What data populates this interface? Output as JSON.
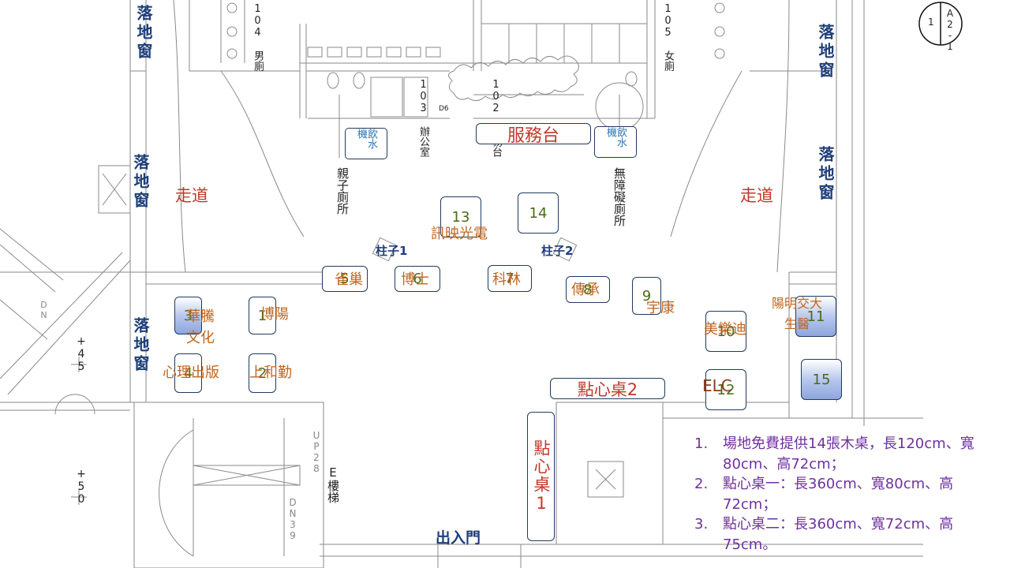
{
  "room_labels": {
    "men_restroom": "104 男廁",
    "women_restroom": "105 女廁",
    "office": "103 辦公室",
    "service_room": "102 服務台",
    "family_restroom": "親子廁所",
    "accessible_restroom": "無障礙廁所",
    "stair": "E樓梯",
    "door_d6": "D6",
    "sheet_ref": "A2-1",
    "sheet_no": "1"
  },
  "windows": {
    "top_left": "落地窗",
    "mid_left": "落地窗",
    "low_left": "落地窗",
    "top_right": "落地窗",
    "mid_right": "落地窗"
  },
  "walkways": {
    "left": "走道",
    "right": "走道"
  },
  "service_desk": "服務台",
  "drinking_fountains": {
    "left": "飲水機",
    "right": "飲水機"
  },
  "pillars": {
    "p1": "柱子1",
    "p2": "柱子2"
  },
  "entrance": "出入門",
  "stair_marks": {
    "up": "UP28",
    "down": "DN39",
    "dn_left": "DN",
    "level_a": "+45",
    "level_b": "+50"
  },
  "booths": [
    {
      "id": "1",
      "vendor": "博陽"
    },
    {
      "id": "2",
      "vendor": "上和勤"
    },
    {
      "id": "3",
      "vendor": "華騰\n文化"
    },
    {
      "id": "4",
      "vendor": "心理出版"
    },
    {
      "id": "5",
      "vendor": "雀巢"
    },
    {
      "id": "6",
      "vendor": "博士"
    },
    {
      "id": "7",
      "vendor": "科林"
    },
    {
      "id": "8",
      "vendor": "傳承"
    },
    {
      "id": "9",
      "vendor": "宇康"
    },
    {
      "id": "10",
      "vendor": "美樂迪"
    },
    {
      "id": "11",
      "vendor": "陽明交大\n生醫"
    },
    {
      "id": "12",
      "vendor": "ELC"
    },
    {
      "id": "13",
      "vendor": "訊映光電"
    },
    {
      "id": "14",
      "vendor": ""
    },
    {
      "id": "15",
      "vendor": ""
    }
  ],
  "snack_tables": {
    "table1": "點心桌1",
    "table2": "點心桌2"
  },
  "notes": [
    {
      "num": "1.",
      "text": "場地免費提供14張木桌，長120cm、寬80cm、高72cm；"
    },
    {
      "num": "2.",
      "text": "點心桌一：長360cm、寬80cm、高72cm；"
    },
    {
      "num": "3.",
      "text": "點心桌二：長360cm、寬72cm、高75cm。"
    }
  ],
  "colors": {
    "window_text": "#1f3f7a",
    "walkway_text": "#c0392b",
    "vendor_text": "#c0661f",
    "notes_text": "#7030a0",
    "booth_blue": "#8ea6dc"
  }
}
